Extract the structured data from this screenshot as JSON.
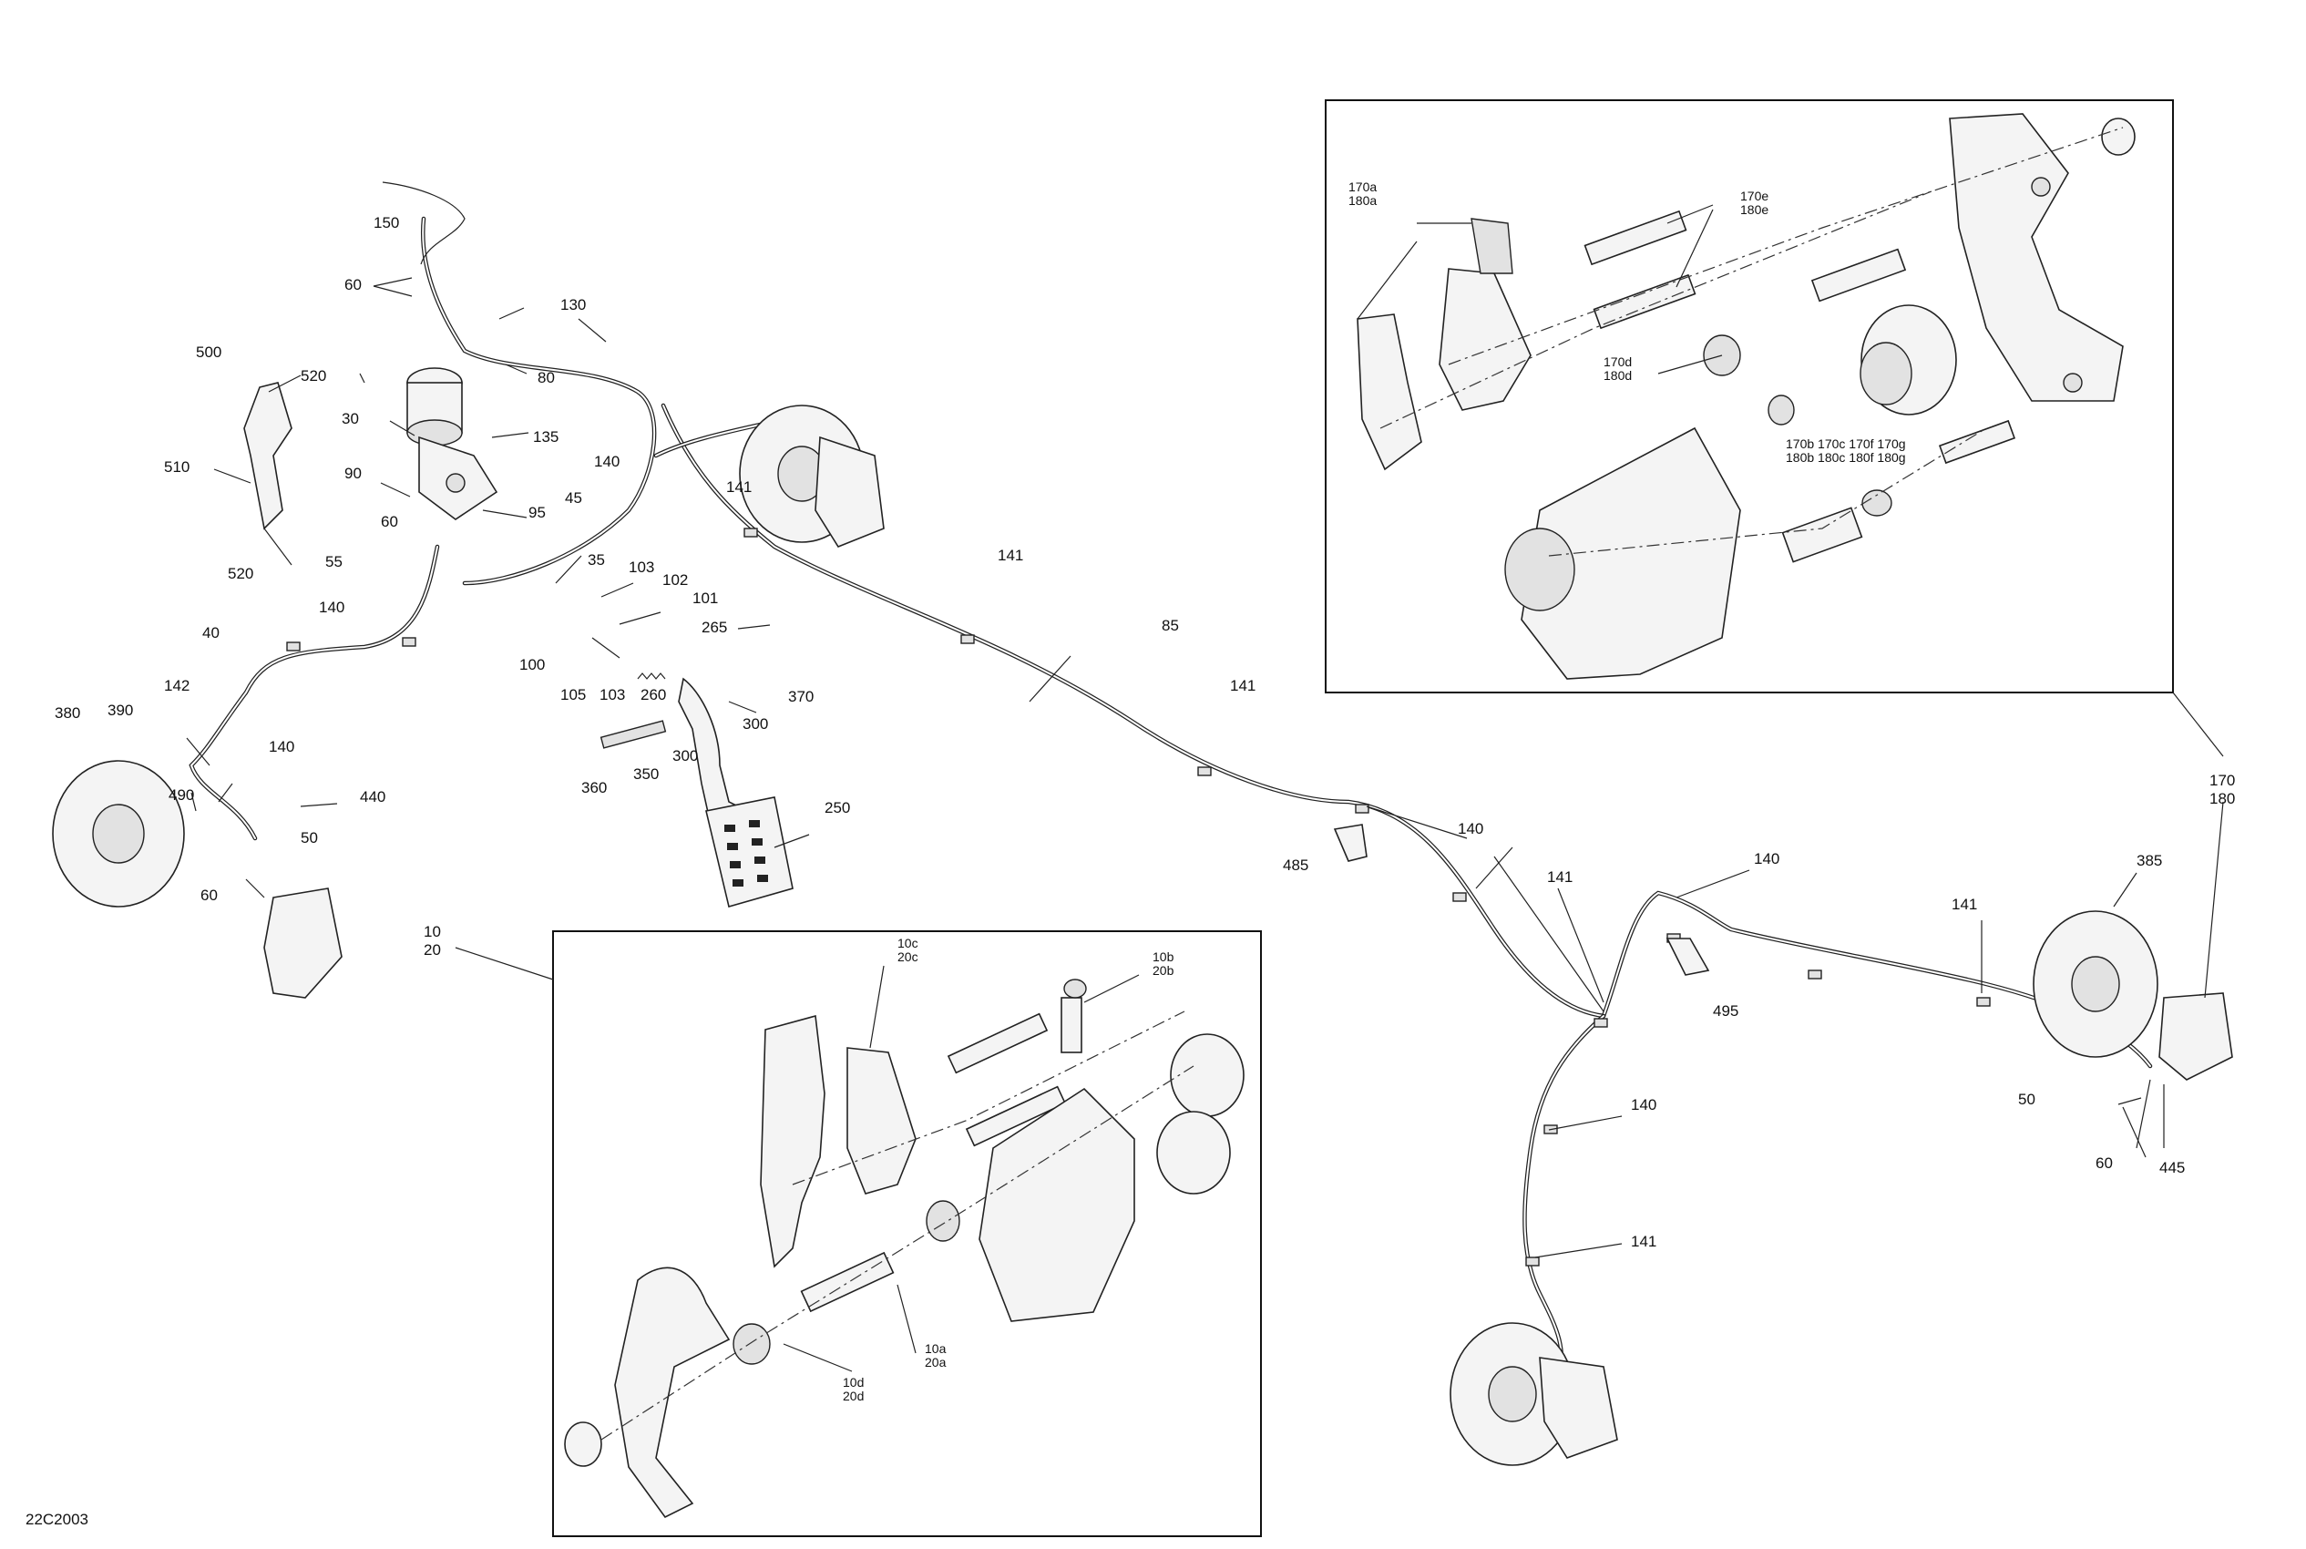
{
  "diagram_code": "22C2003",
  "labels": {
    "l10_20": [
      "10",
      "20"
    ],
    "l10a_20a": [
      "10a",
      "20a"
    ],
    "l10b_20b": [
      "10b",
      "20b"
    ],
    "l10c_20c": [
      "10c",
      "20c"
    ],
    "l10d_20d": [
      "10d",
      "20d"
    ],
    "l30": "30",
    "l35": "35",
    "l40": "40",
    "l45": "45",
    "l50_left": "50",
    "l50_right": "50",
    "l55": "55",
    "l60_top": "60",
    "l60_mid": "60",
    "l60_left": "60",
    "l60_right": "60",
    "l80": "80",
    "l85": "85",
    "l90": "90",
    "l95": "95",
    "l100": "100",
    "l101": "101",
    "l102": "102",
    "l103_a": "103",
    "l103_b": "103",
    "l105": "105",
    "l130": "130",
    "l135": "135",
    "l140_a": "140",
    "l140_b": "140",
    "l140_c": "140",
    "l140_d": "140",
    "l140_e": "140",
    "l140_f": "140",
    "l141_a": "141",
    "l141_b": "141",
    "l141_c": "141",
    "l141_d": "141",
    "l141_e": "141",
    "l141_f": "141",
    "l142": "142",
    "l150": "150",
    "l170_180": [
      "170",
      "180"
    ],
    "l170a_180a": [
      "170a",
      "180a"
    ],
    "l170d_180d": [
      "170d",
      "180d"
    ],
    "l170e_180e": [
      "170e",
      "180e"
    ],
    "l170bcfg": [
      "170b 170c 170f 170g",
      "180b 180c 180f 180g"
    ],
    "l250": "250",
    "l260": "260",
    "l265": "265",
    "l300_a": "300",
    "l300_b": "300",
    "l350": "350",
    "l360": "360",
    "l370": "370",
    "l380": "380",
    "l385": "385",
    "l390": "390",
    "l440": "440",
    "l445": "445",
    "l485": "485",
    "l490": "490",
    "l495": "495",
    "l500": "500",
    "l510": "510",
    "l520_a": "520",
    "l520_b": "520"
  }
}
